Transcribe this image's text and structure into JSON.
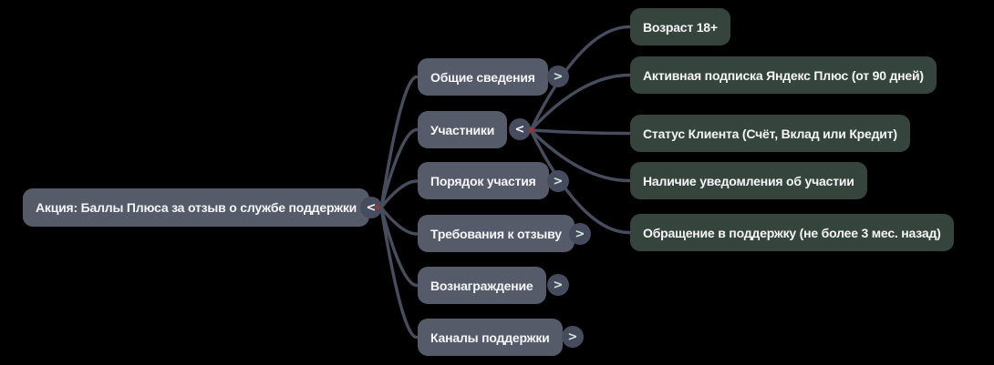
{
  "diagram": {
    "type": "mindmap",
    "root": {
      "label": "Акция: Баллы Плюса за отзыв о службе поддержки",
      "toggle": "<"
    },
    "branches": [
      {
        "label": "Общие сведения",
        "toggle": ">"
      },
      {
        "label": "Участники",
        "toggle": "<",
        "children": [
          {
            "label": "Возраст 18+"
          },
          {
            "label": "Активная подписка Яндекс Плюс (от 90 дней)"
          },
          {
            "label": "Статус Клиента (Счёт, Вклад или Кредит)"
          },
          {
            "label": "Наличие уведомления об участии"
          },
          {
            "label": "Обращение в поддержку (не более 3 мес. назад)"
          }
        ]
      },
      {
        "label": "Порядок участия",
        "toggle": ">"
      },
      {
        "label": "Требования к отзыву",
        "toggle": ">"
      },
      {
        "label": "Вознаграждение",
        "toggle": ">"
      },
      {
        "label": "Каналы поддержки",
        "toggle": ">"
      }
    ],
    "colors": {
      "background": "#000000",
      "branch_node_fill": "#555b69",
      "child_node_fill": "#36443e",
      "edge": "#484d5e",
      "toggle_fill": "#464c5d",
      "text": "#f4f5f6",
      "collapse_chevron": "#fafafa",
      "expand_chevron": "#cfeadb",
      "connection_dot": "#a03434"
    }
  }
}
